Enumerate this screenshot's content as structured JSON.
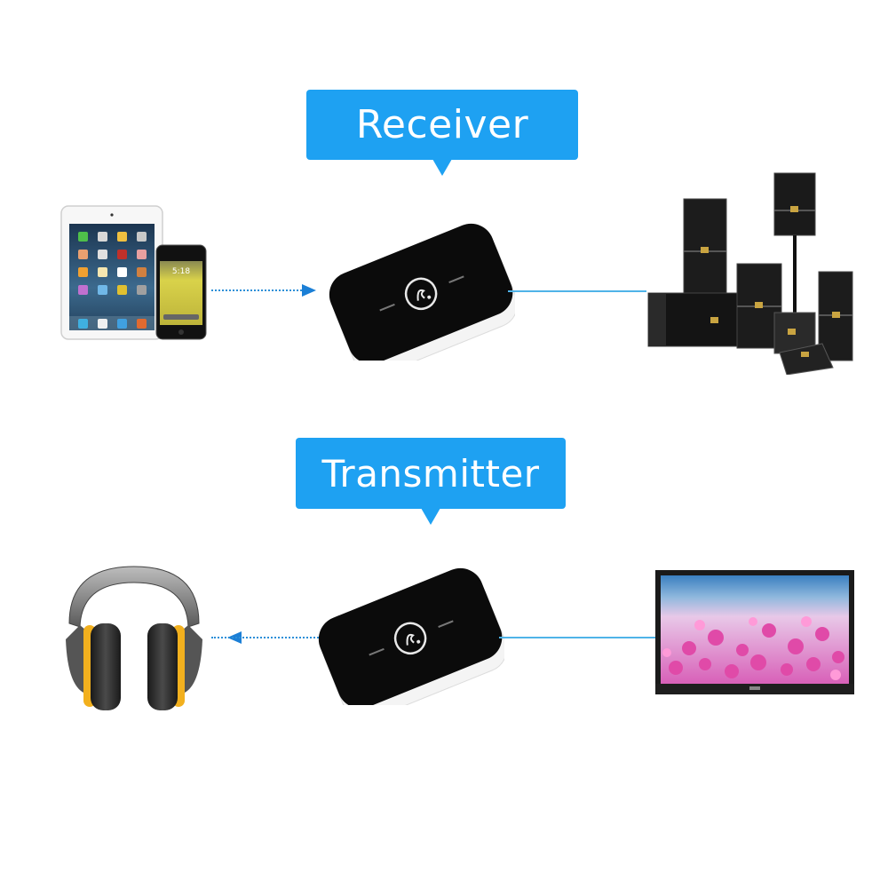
{
  "diagram": {
    "receiver": {
      "label": "Receiver",
      "source_device": "tablet-and-phone",
      "phone_time": "5:18",
      "target_device": "speaker-system",
      "connection_in": "bluetooth-dotted-arrow",
      "connection_out": "audio-cable-line"
    },
    "transmitter": {
      "label": "Transmitter",
      "source_device": "tv",
      "target_device": "headphones",
      "connection_in": "audio-cable-line",
      "connection_out": "bluetooth-dotted-arrow"
    },
    "colors": {
      "bubble": "#1ea1f2",
      "bubble_text": "#ffffff",
      "arrow": "#1b7fd6",
      "cable": "#4fb3e8",
      "device_body": "#0b0b0b",
      "device_base": "#f4f4f4",
      "headphone_accent": "#f2b01e"
    }
  }
}
